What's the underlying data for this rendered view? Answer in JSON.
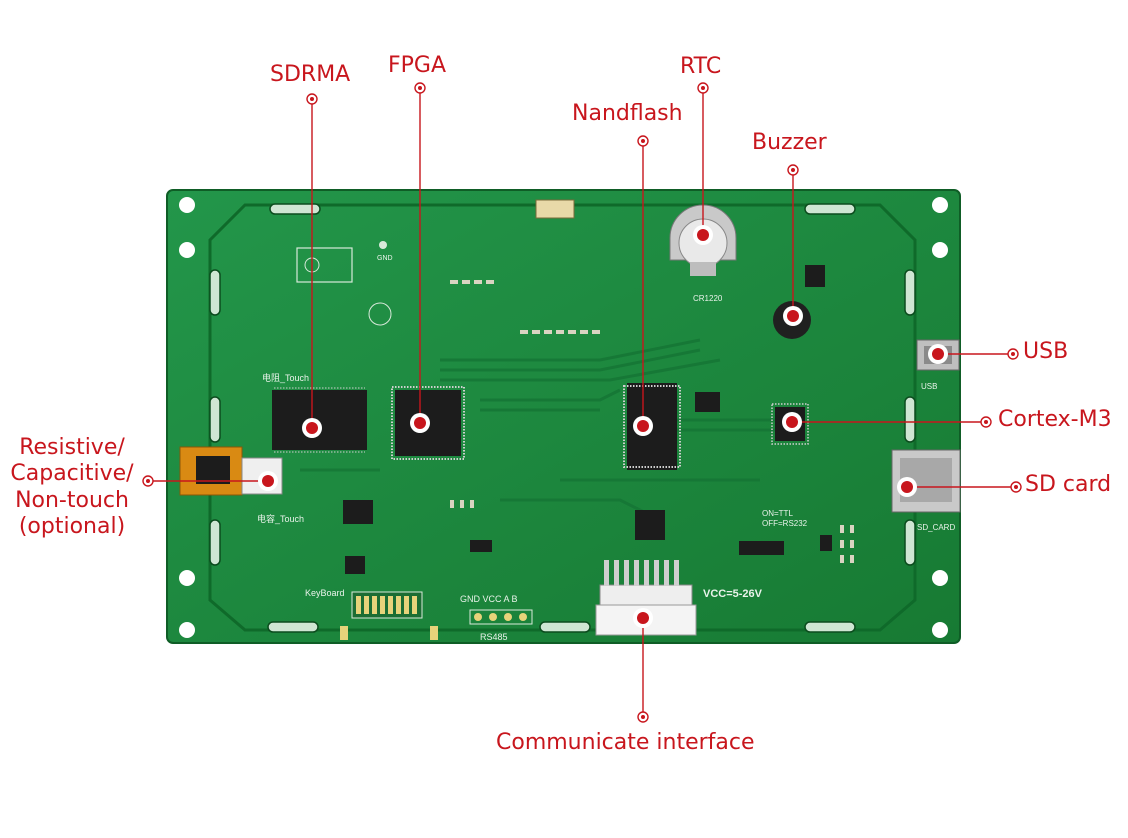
{
  "callouts": {
    "sdrma": "SDRMA",
    "fpga": "FPGA",
    "rtc": "RTC",
    "nandflash": "Nandflash",
    "buzzer": "Buzzer",
    "usb": "USB",
    "cortex": "Cortex-M3",
    "sdcard": "SD card",
    "touch": [
      "Resistive/",
      "Capacitive/",
      "Non-touch",
      "(optional)"
    ],
    "comm": "Communicate interface"
  },
  "board_silkscreen": {
    "gnd": "GND",
    "touch1": "电阻_Touch",
    "touch2": "电容_Touch",
    "keyboard": "KeyBoard",
    "rs485_pins": "GND VCC A B",
    "rs485": "RS485",
    "vcc": "VCC=5-26V",
    "cr1220": "CR1220",
    "usb": "USB",
    "sd": "SD_CARD",
    "ttl": "ON=TTL",
    "rs232": "OFF=RS232"
  },
  "colors": {
    "accent": "#c8161d",
    "board": "#1e8a3c",
    "chip": "#1c1c1c"
  }
}
